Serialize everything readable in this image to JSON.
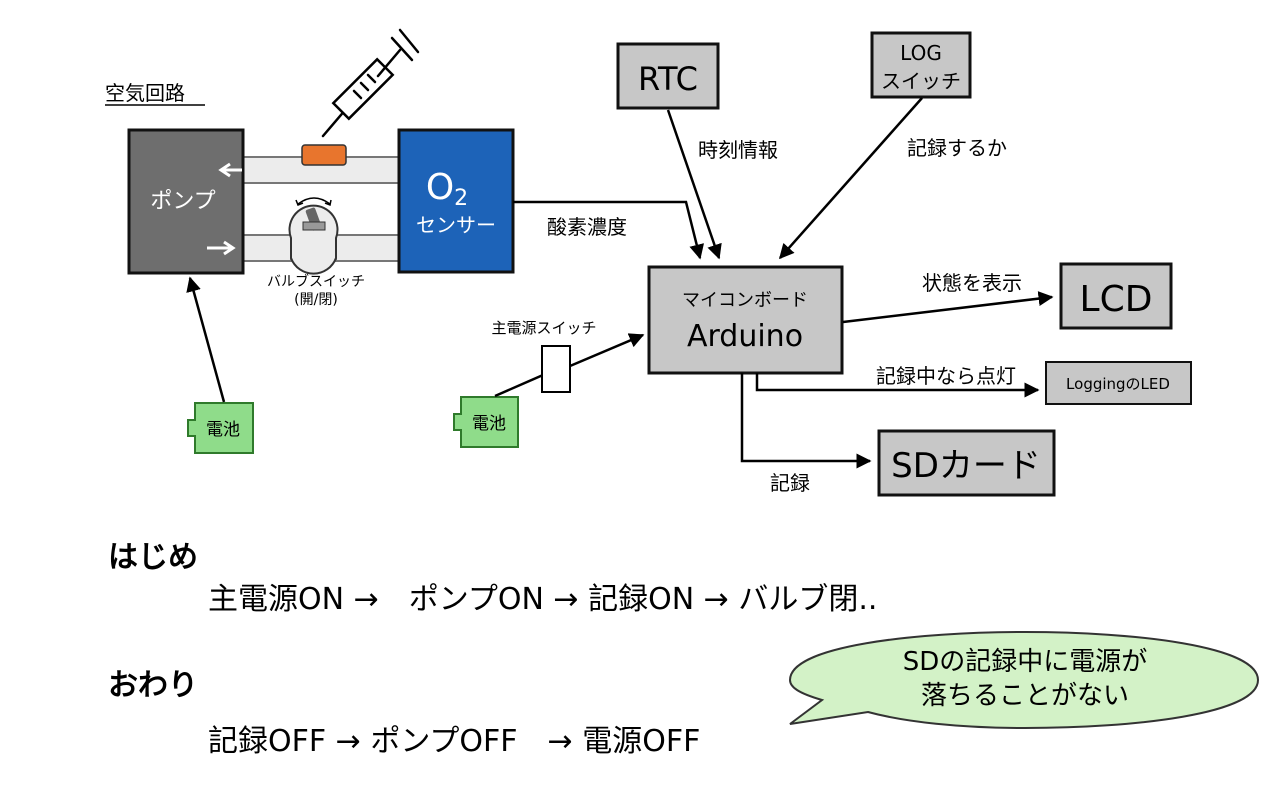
{
  "air_circuit": {
    "title": "空気回路",
    "pump": "ポンプ",
    "o2_main": "O",
    "o2_sub": "2",
    "o2_sensor": "センサー",
    "valve_switch": "バルブスイッチ",
    "valve_switch_state": "(開/閉)",
    "battery": "電池"
  },
  "power": {
    "main_switch": "主電源スイッチ",
    "battery": "電池"
  },
  "controller": {
    "line1": "マイコンボード",
    "line2": "Arduino"
  },
  "rtc": "RTC",
  "log_switch": {
    "line1": "LOG",
    "line2": "スイッチ"
  },
  "lcd": "LCD",
  "led": "LoggingのLED",
  "sd": "SDカード",
  "edge_labels": {
    "oxygen": "酸素濃度",
    "time": "時刻情報",
    "record_or_not": "記録するか",
    "show_state": "状態を表示",
    "led_on": "記録中なら点灯",
    "record": "記録"
  },
  "procedure": {
    "start_heading": "はじめ",
    "start_steps": "主電源ON →　ポンプON → 記録ON → バルブ閉..",
    "end_heading": "おわり",
    "end_steps": "記録OFF → ポンプOFF　→ 電源OFF"
  },
  "callout": {
    "line1": "SDの記録中に電源が",
    "line2": "落ちることがない"
  },
  "colors": {
    "pump": "#6e6e6e",
    "sensor": "#1d63b8",
    "box_gray": "#c7c7c7",
    "battery": "#8fdc8a",
    "callout": "#d3f2c7",
    "cap": "#e8752d"
  }
}
